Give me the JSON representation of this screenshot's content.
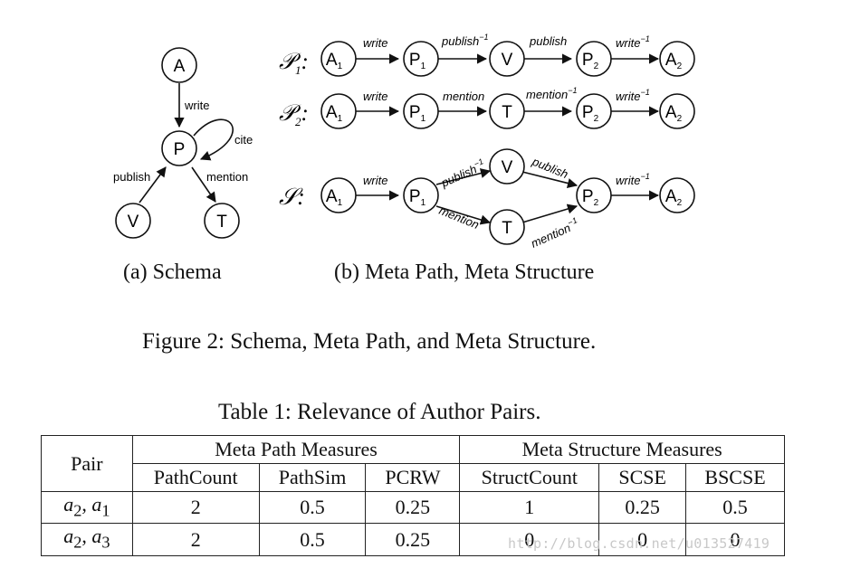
{
  "schema": {
    "nodes": [
      "A",
      "P",
      "V",
      "T"
    ],
    "edges": {
      "write": "write",
      "cite": "cite",
      "publish": "publish",
      "mention": "mention"
    },
    "caption": "(a) Schema"
  },
  "metapath": {
    "caption": "(b) Meta Path, Meta Structure",
    "p1": {
      "label_main": "𝒫",
      "label_sub": "1",
      "nodes": [
        {
          "name": "A",
          "sub": "1"
        },
        {
          "name": "P",
          "sub": "1"
        },
        {
          "name": "V",
          "sub": ""
        },
        {
          "name": "P",
          "sub": "2"
        },
        {
          "name": "A",
          "sub": "2"
        }
      ],
      "edges": [
        {
          "text": "write",
          "sup": ""
        },
        {
          "text": "publish",
          "sup": "−1"
        },
        {
          "text": "publish",
          "sup": ""
        },
        {
          "text": "write",
          "sup": "−1"
        }
      ]
    },
    "p2": {
      "label_main": "𝒫",
      "label_sub": "2",
      "nodes": [
        {
          "name": "A",
          "sub": "1"
        },
        {
          "name": "P",
          "sub": "1"
        },
        {
          "name": "T",
          "sub": ""
        },
        {
          "name": "P",
          "sub": "2"
        },
        {
          "name": "A",
          "sub": "2"
        }
      ],
      "edges": [
        {
          "text": "write",
          "sup": ""
        },
        {
          "text": "mention",
          "sup": ""
        },
        {
          "text": "mention",
          "sup": "−1"
        },
        {
          "text": "write",
          "sup": "−1"
        }
      ]
    },
    "s": {
      "label_main": "𝒮",
      "nodes": [
        {
          "name": "A",
          "sub": "1"
        },
        {
          "name": "P",
          "sub": "1"
        },
        {
          "name": "V",
          "sub": ""
        },
        {
          "name": "T",
          "sub": ""
        },
        {
          "name": "P",
          "sub": "2"
        },
        {
          "name": "A",
          "sub": "2"
        }
      ],
      "edges": [
        {
          "text": "write",
          "sup": ""
        },
        {
          "text": "publish",
          "sup": "−1"
        },
        {
          "text": "mention",
          "sup": ""
        },
        {
          "text": "publish",
          "sup": ""
        },
        {
          "text": "mention",
          "sup": "−1"
        },
        {
          "text": "write",
          "sup": "−1"
        }
      ]
    }
  },
  "figure_caption": "Figure 2: Schema, Meta Path, and Meta Structure.",
  "table": {
    "caption": "Table 1: Relevance of Author Pairs.",
    "pair_header": "Pair",
    "group_headers": [
      "Meta Path Measures",
      "Meta Structure Measures"
    ],
    "sub_headers": [
      "PathCount",
      "PathSim",
      "PCRW",
      "StructCount",
      "SCSE",
      "BSCSE"
    ],
    "rows": [
      {
        "pair": [
          "a",
          "2",
          "a",
          "1"
        ],
        "values": [
          "2",
          "0.5",
          "0.25",
          "1",
          "0.25",
          "0.5"
        ]
      },
      {
        "pair": [
          "a",
          "2",
          "a",
          "3"
        ],
        "values": [
          "2",
          "0.5",
          "0.25",
          "0",
          "0",
          "0"
        ]
      }
    ]
  },
  "watermark": "http://blog.csdn.net/u013527419"
}
